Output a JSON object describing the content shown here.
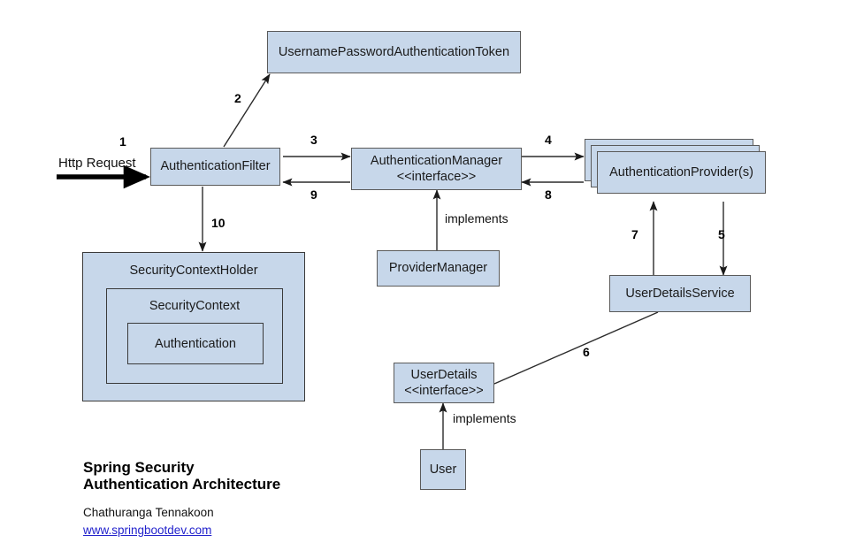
{
  "diagram": {
    "title_line1": "Spring Security",
    "title_line2": "Authentication Architecture",
    "author": "Chathuranga Tennakoon",
    "website": "www.springbootdev.com",
    "box_fill": "#c7d7ea",
    "box_stroke": "#5a5a5a",
    "link_color": "#2222cc"
  },
  "nodes": {
    "token": {
      "label": "UsernamePasswordAuthenticationToken"
    },
    "auth_filter": {
      "label": "AuthenticationFilter"
    },
    "auth_manager": {
      "label": "AuthenticationManager",
      "stereotype": "<<interface>>"
    },
    "auth_provider": {
      "label": "AuthenticationProvider(s)"
    },
    "provider_manager": {
      "label": "ProviderManager"
    },
    "user_details_service": {
      "label": "UserDetailsService"
    },
    "user_details": {
      "label": "UserDetails",
      "stereotype": "<<interface>>"
    },
    "user": {
      "label": "User"
    },
    "security_context_holder": {
      "label": "SecurityContextHolder"
    },
    "security_context": {
      "label": "SecurityContext"
    },
    "authentication": {
      "label": "Authentication"
    }
  },
  "edges": {
    "http_request": "Http Request",
    "n1": "1",
    "n2": "2",
    "n3": "3",
    "n4": "4",
    "n5": "5",
    "n6": "6",
    "n7": "7",
    "n8": "8",
    "n9": "9",
    "n10": "10",
    "implements_manager": "implements",
    "implements_user": "implements"
  }
}
